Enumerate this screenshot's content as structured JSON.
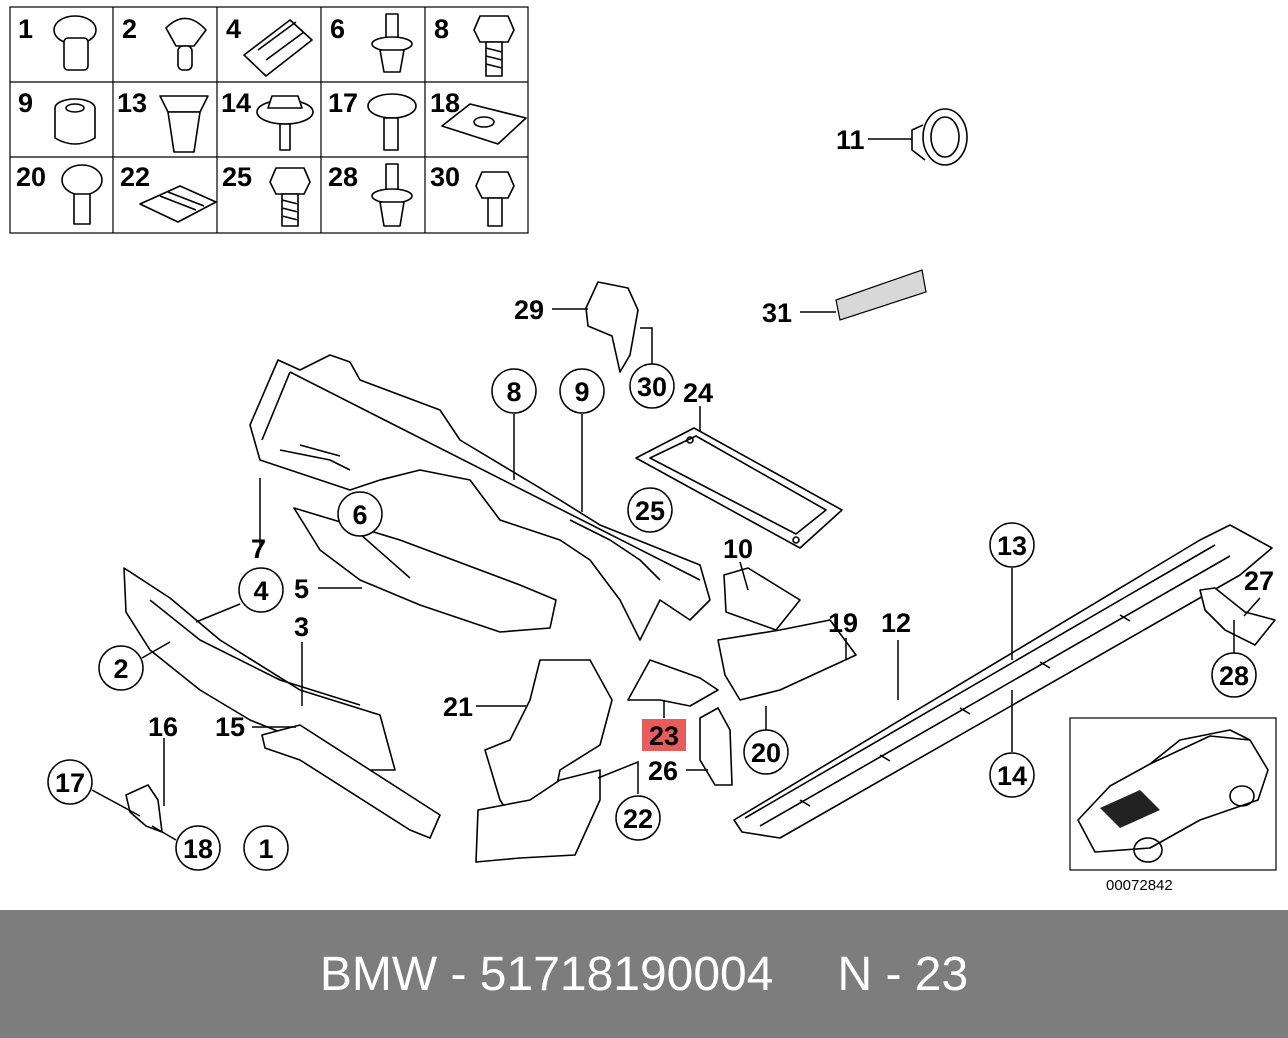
{
  "parts_grid": [
    {
      "number": "1",
      "icon": "cap-nut-icon"
    },
    {
      "number": "2",
      "icon": "expanding-rivet-icon"
    },
    {
      "number": "4",
      "icon": "clip-nut-icon"
    },
    {
      "number": "6",
      "icon": "collar-stud-icon"
    },
    {
      "number": "8",
      "icon": "hex-bolt-icon"
    },
    {
      "number": "9",
      "icon": "hex-nut-icon"
    },
    {
      "number": "13",
      "icon": "plastic-expanding-nut-icon"
    },
    {
      "number": "14",
      "icon": "flange-screw-icon"
    },
    {
      "number": "17",
      "icon": "collar-screw-icon"
    },
    {
      "number": "18",
      "icon": "speed-nut-icon"
    },
    {
      "number": "20",
      "icon": "socket-cap-screw-icon"
    },
    {
      "number": "22",
      "icon": "spring-clip-icon"
    },
    {
      "number": "25",
      "icon": "hex-bolt-icon"
    },
    {
      "number": "28",
      "icon": "collar-stud-icon"
    },
    {
      "number": "30",
      "icon": "hex-bolt-icon"
    }
  ],
  "callouts": {
    "c11": "11",
    "c29": "29",
    "c30": "30",
    "c31": "31",
    "c8": "8",
    "c9": "9",
    "c24": "24",
    "c25": "25",
    "c6": "6",
    "c7": "7",
    "c4": "4",
    "c5": "5",
    "c3": "3",
    "c2": "2",
    "c10": "10",
    "c19": "19",
    "c12": "12",
    "c13": "13",
    "c27": "27",
    "c28": "28",
    "c21": "21",
    "c23": "23",
    "c26": "26",
    "c20": "20",
    "c14": "14",
    "c16": "16",
    "c15": "15",
    "c17": "17",
    "c18": "18",
    "c1": "1",
    "c22": "22"
  },
  "highlight_color": "#e85c5c",
  "diagram_code": "00072842",
  "footer": {
    "brand": "BMW",
    "separator": "-",
    "part_number": "51718190004",
    "position_label": "N - 23"
  }
}
